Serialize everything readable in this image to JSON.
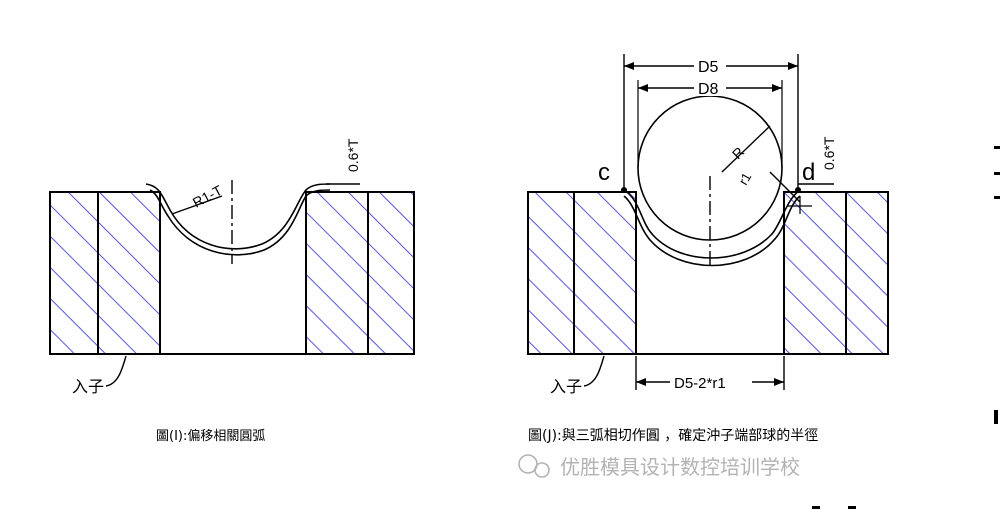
{
  "figure_left": {
    "label_insert": "入子",
    "label_radius": "R1-T",
    "label_offset": "0.6*T",
    "caption": "圖(I):偏移相關圓弧"
  },
  "figure_right": {
    "label_insert": "入子",
    "label_c": "c",
    "label_d": "d",
    "label_D5": "D5",
    "label_D8": "D8",
    "label_R": "R",
    "label_r1": "r1",
    "label_offset": "0.6*T",
    "label_width": "D5-2*r1",
    "caption": "圖(J):與三弧相切作圓 ，確定沖子端部球的半徑"
  },
  "watermark": "优胜模具设计数控培训学校",
  "colors": {
    "hatch": "#2b2bd6",
    "line": "#000000",
    "watermark": "#b3b3b3"
  }
}
